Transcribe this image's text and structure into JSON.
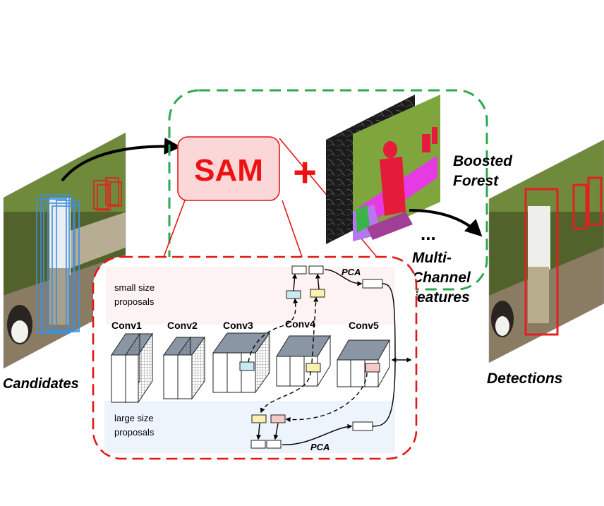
{
  "labels": {
    "candidates": "Candidates",
    "detections": "Detections",
    "sam": "SAM",
    "plus": "+",
    "boosted_forest_line1": "Boosted",
    "boosted_forest_line2": "Forest",
    "ellipsis": "...",
    "multichannel_line1": "Multi-",
    "multichannel_line2": "Channel",
    "multichannel_line3": "features",
    "small_line1": "small size",
    "small_line2": "proposals",
    "large_line1": "large size",
    "large_line2": "proposals",
    "pca_top": "PCA",
    "pca_bottom": "PCA"
  },
  "conv_layers": [
    "Conv1",
    "Conv2",
    "Conv3",
    "Conv4",
    "Conv5"
  ],
  "colors": {
    "green_dash": "#2ca84f",
    "red_dash": "#e01818",
    "sam_fill": "#fbd7d7",
    "sam_text": "#ee1111",
    "small_bg": "#fdf3f3",
    "large_bg": "#edf4fb",
    "feat_cyan": "#c9eaf0",
    "feat_yellow": "#fbf0b0",
    "feat_pink": "#f6c9c9",
    "seg_green": "#7fa63d",
    "seg_magenta": "#e63be3",
    "seg_red": "#e41b3a",
    "box_blue": "#3f8fe0",
    "box_red": "#e22020"
  }
}
